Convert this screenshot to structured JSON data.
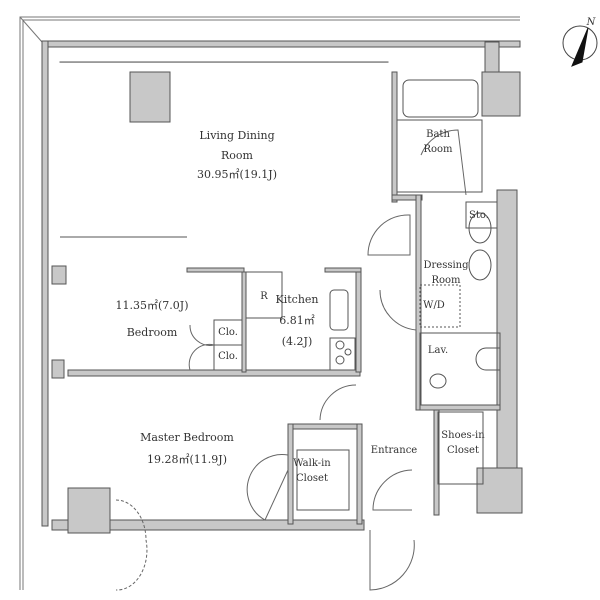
{
  "compass": {
    "label": "N"
  },
  "rooms": {
    "living": {
      "name1": "Living Dining",
      "name2": "Room",
      "area": "30.95㎡(19.1J)"
    },
    "bedroom": {
      "name": "Bedroom",
      "area": "11.35㎡(7.0J)"
    },
    "kitchen": {
      "name": "Kitchen",
      "area": "6.81㎡",
      "area_j": "(4.2J)"
    },
    "master": {
      "name": "Master Bedroom",
      "area": "19.28㎡(11.9J)"
    },
    "bath": {
      "name1": "Bath",
      "name2": "Room"
    },
    "storage": {
      "name": "Sto."
    },
    "dressing": {
      "name1": "Dressing",
      "name2": "Room"
    },
    "wd": {
      "name": "W/D"
    },
    "lav": {
      "name": "Lav."
    },
    "entrance": {
      "name": "Entrance"
    },
    "shoes": {
      "name1": "Shoes-in",
      "name2": "Closet"
    },
    "walkin": {
      "name1": "Walk-in",
      "name2": "Closet"
    },
    "refrigerator": {
      "name": "R"
    },
    "closet1": {
      "name": "Clo."
    },
    "closet2": {
      "name": "Clo."
    }
  },
  "colors": {
    "wall": "#c8c8c8",
    "line": "#555555"
  }
}
